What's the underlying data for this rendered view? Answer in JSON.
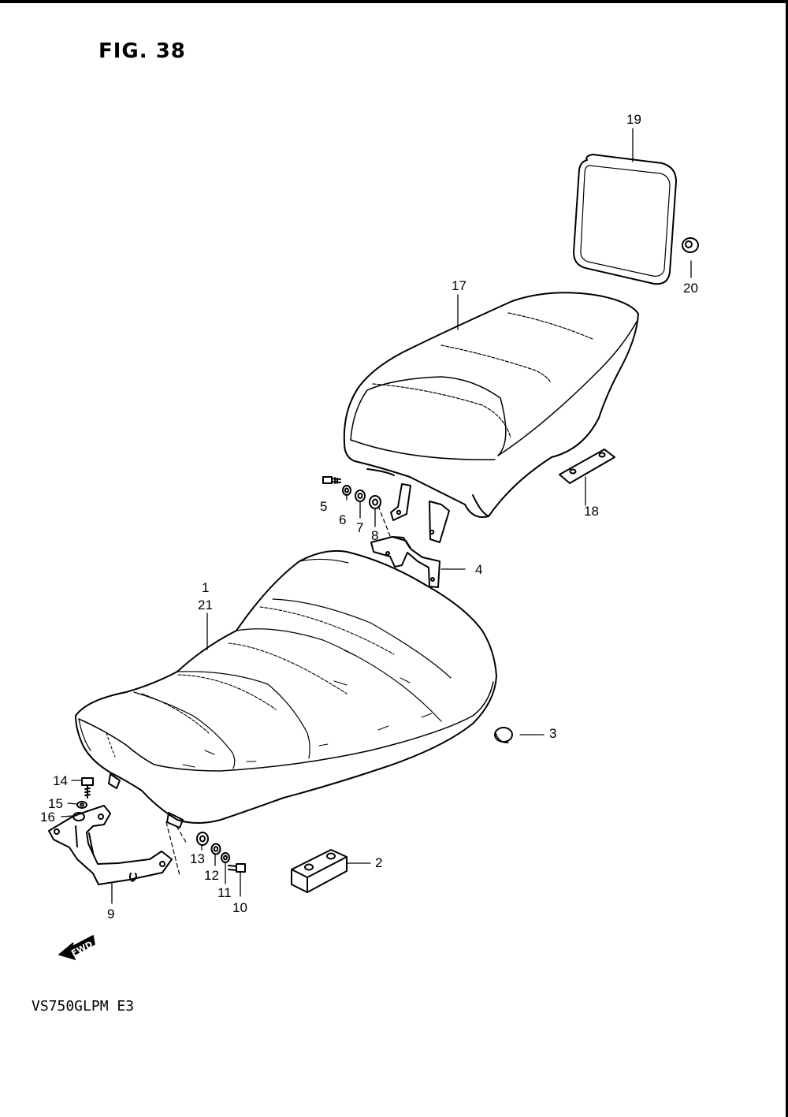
{
  "figure": {
    "title": "FIG. 38",
    "model_code": "VS750GLPM  E3",
    "direction_marker": "FWD"
  },
  "callouts": [
    {
      "id": "c1",
      "text": "1"
    },
    {
      "id": "c21",
      "text": "21"
    },
    {
      "id": "c2",
      "text": "2"
    },
    {
      "id": "c3",
      "text": "3"
    },
    {
      "id": "c4",
      "text": "4"
    },
    {
      "id": "c5",
      "text": "5"
    },
    {
      "id": "c6",
      "text": "6"
    },
    {
      "id": "c7",
      "text": "7"
    },
    {
      "id": "c8",
      "text": "8"
    },
    {
      "id": "c9",
      "text": "9"
    },
    {
      "id": "c10",
      "text": "10"
    },
    {
      "id": "c11",
      "text": "11"
    },
    {
      "id": "c12",
      "text": "12"
    },
    {
      "id": "c13",
      "text": "13"
    },
    {
      "id": "c14",
      "text": "14"
    },
    {
      "id": "c15",
      "text": "15"
    },
    {
      "id": "c16",
      "text": "16"
    },
    {
      "id": "c17",
      "text": "17"
    },
    {
      "id": "c18",
      "text": "18"
    },
    {
      "id": "c19",
      "text": "19"
    },
    {
      "id": "c20",
      "text": "20"
    }
  ]
}
